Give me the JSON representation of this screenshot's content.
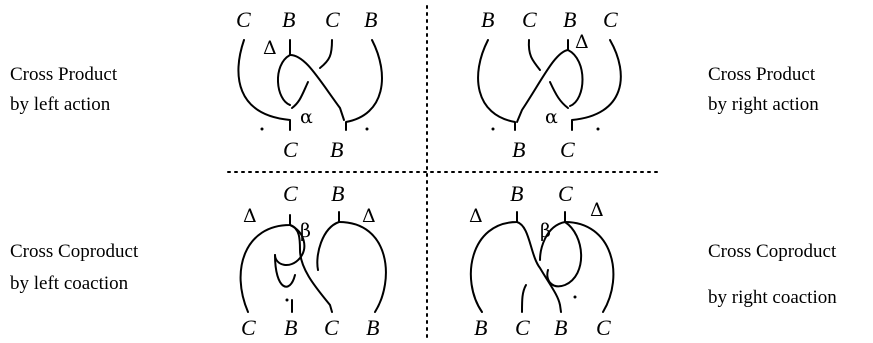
{
  "labels": {
    "top_left": [
      "Cross Product",
      "by left action"
    ],
    "top_right": [
      "Cross Product",
      "by right action"
    ],
    "bottom_left": [
      "Cross Coproduct",
      "by left coaction"
    ],
    "bottom_right": [
      "Cross Coproduct",
      "by right coaction"
    ]
  },
  "symbols": {
    "C": "C",
    "B": "B",
    "delta": "Δ",
    "alpha": "α",
    "beta": "β"
  }
}
